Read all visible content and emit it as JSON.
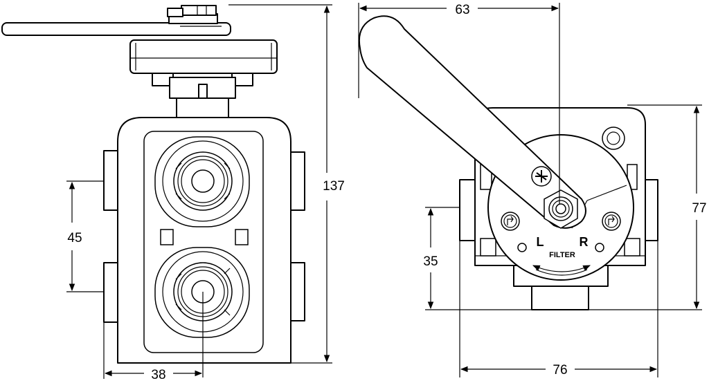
{
  "dimensions": {
    "left_width": "38",
    "left_pitch": "45",
    "left_height": "137",
    "right_arm": "63",
    "right_height": "77",
    "right_offset": "35",
    "right_width": "76"
  },
  "markings": {
    "left_port": "L",
    "right_port": "R",
    "filter": "FILTER"
  }
}
